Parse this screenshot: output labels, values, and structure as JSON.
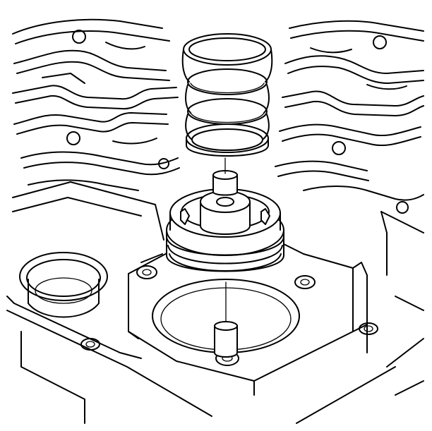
{
  "diagram": {
    "components": [
      {
        "name": "coil-spring"
      },
      {
        "name": "servo-piston"
      },
      {
        "name": "servo-bore"
      },
      {
        "name": "valve-body-casting"
      }
    ],
    "line_color": "#000000",
    "background_color": "#ffffff"
  }
}
